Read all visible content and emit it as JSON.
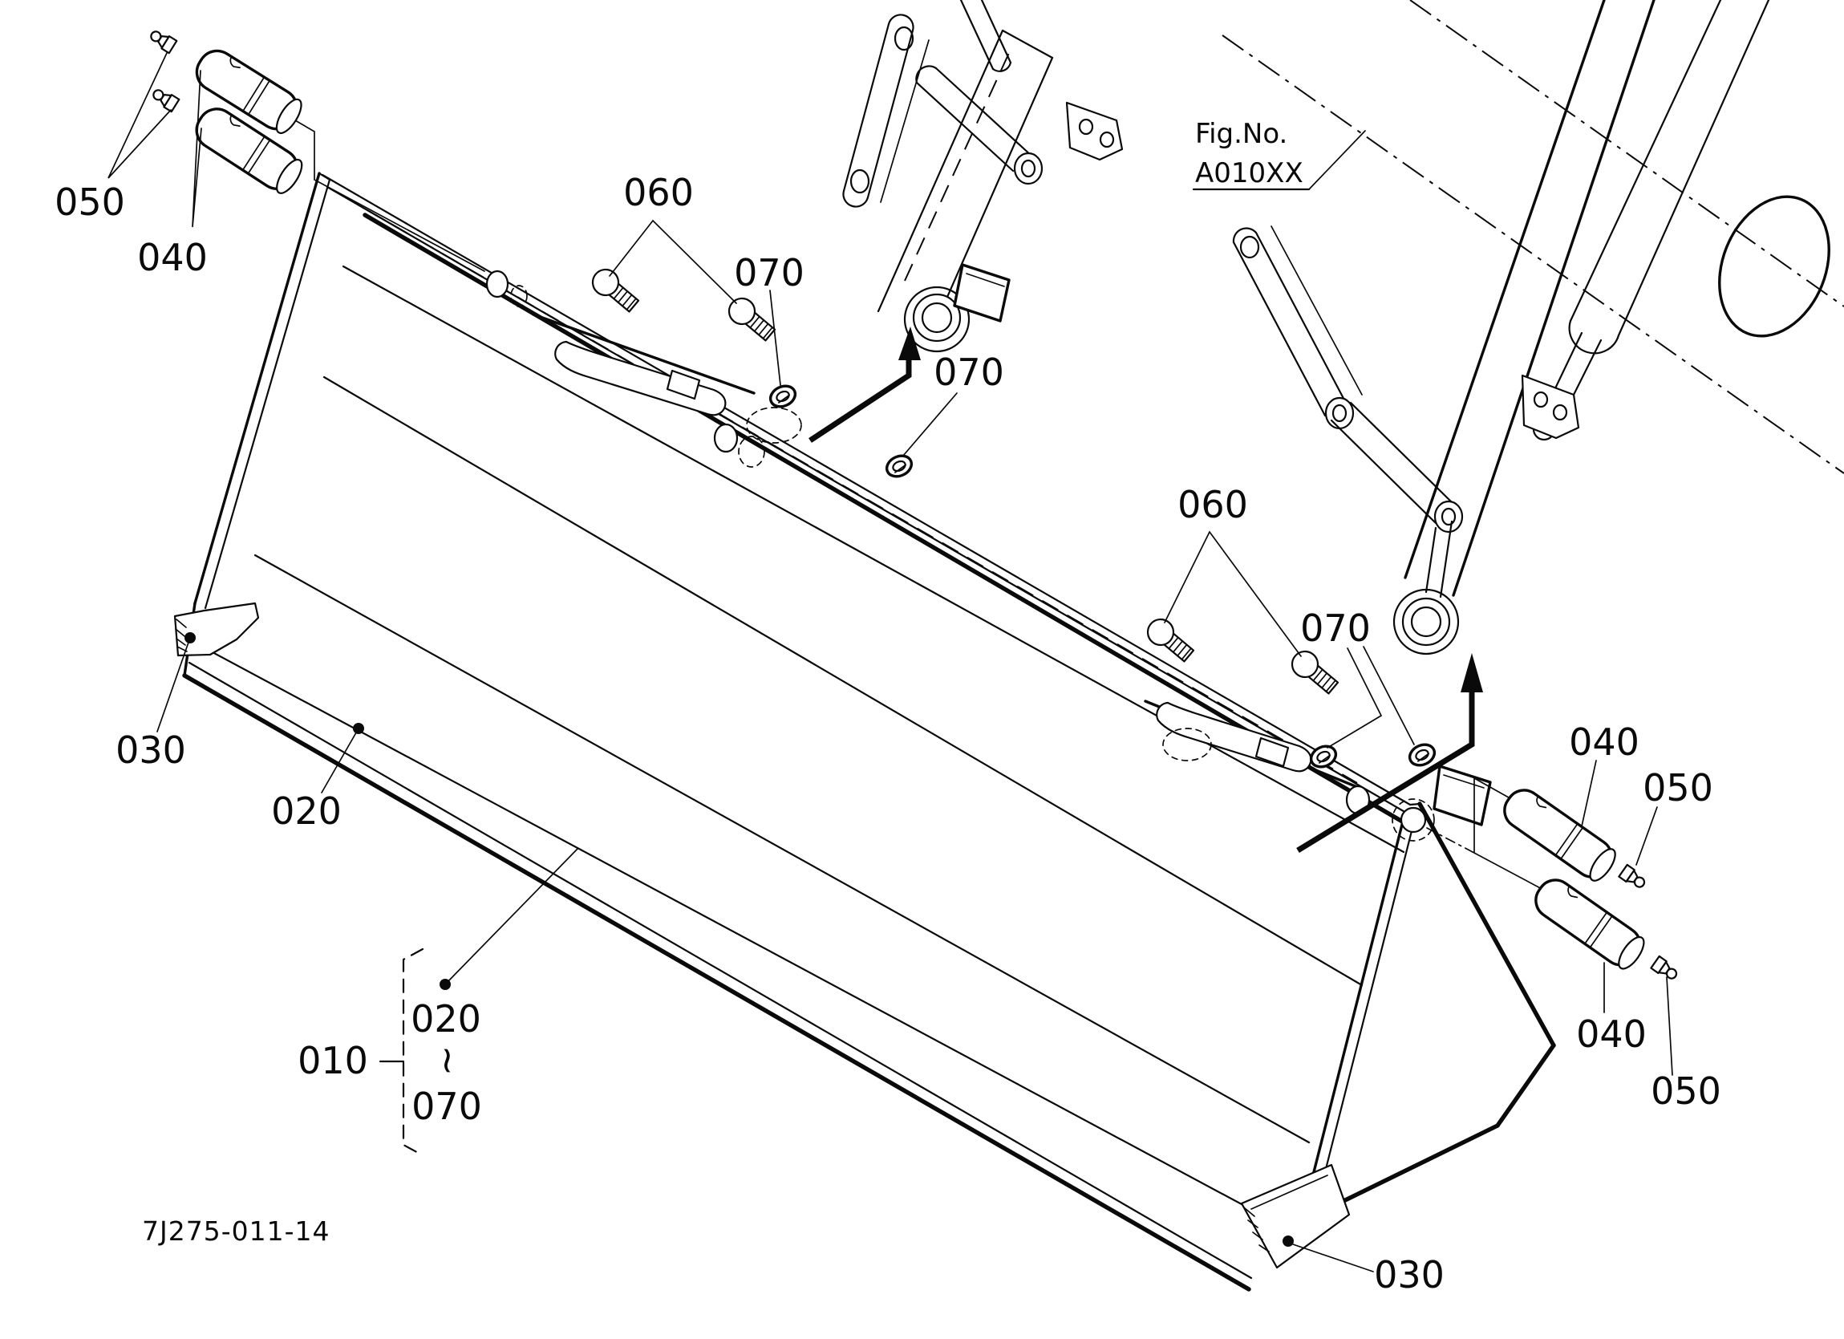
{
  "figure": {
    "fig_no_label": "Fig.No.",
    "fig_no_value": "A010XX",
    "drawing_number": "7J275-011-14"
  },
  "callouts": {
    "grease_left": "050",
    "pin_left": "040",
    "bolt_left": "060",
    "nut_left_a": "070",
    "nut_left_b": "070",
    "bolt_right": "060",
    "nut_right": "070",
    "pin_right_top": "040",
    "grease_right_top": "050",
    "pin_right_bottom": "040",
    "grease_right_bottom": "050",
    "bracket_left": "030",
    "cutting_edge": "020",
    "bracket_right": "030",
    "group_assembly": "010",
    "group_from": "020",
    "group_tilde": "~",
    "group_to": "070"
  },
  "colors": {
    "ink": "#0a0a0a",
    "paper": "#ffffff"
  }
}
